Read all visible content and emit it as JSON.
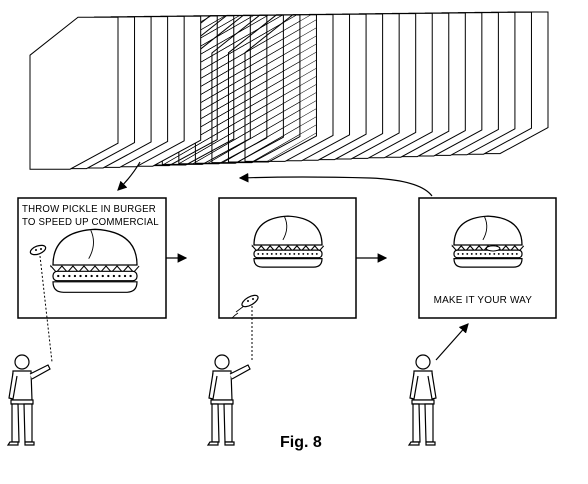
{
  "figure": {
    "label": "Fig. 8",
    "frames": [
      {
        "id": "frame-1",
        "caption_lines": [
          "THROW PICKLE IN BURGER",
          "TO SPEED UP COMMERCIAL"
        ]
      },
      {
        "id": "frame-2",
        "caption_lines": []
      },
      {
        "id": "frame-3",
        "caption_lines": [
          "MAKE IT YOUR WAY"
        ]
      }
    ]
  }
}
